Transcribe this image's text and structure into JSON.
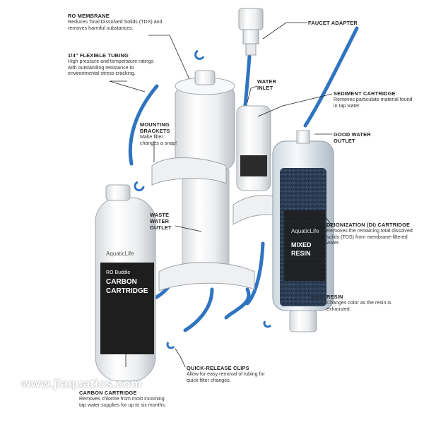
{
  "labels": {
    "ro_membrane": {
      "title": "RO MEMBRANE",
      "desc": "Reduces Total Dissolved Solids (TDS) and removes harmful substances."
    },
    "faucet_adapter": {
      "title": "FAUCET ADAPTER"
    },
    "tubing": {
      "title": "1/4\" FLEXIBLE TUBING",
      "desc": "High pressure and temperature ratings with outstanding resistance to environmental stress cracking."
    },
    "water_inlet": {
      "title": "WATER INLET"
    },
    "sediment": {
      "title": "SEDIMENT CARTRIDGE",
      "desc": "Removes particulate material found in tap water."
    },
    "mounting": {
      "title": "MOUNTING BRACKETS",
      "desc": "Make filter changes a snap!"
    },
    "good_water": {
      "title": "GOOD WATER OUTLET"
    },
    "waste": {
      "title": "WASTE WATER OUTLET"
    },
    "di": {
      "title": "DEIONIZATION (DI) CARTRIDGE",
      "desc": "Removes the remaining total dissolved solids (TDS) from membrane-filtered water."
    },
    "resin": {
      "title": "RESIN",
      "desc": "Changes color as the resin is exhausted."
    },
    "clips": {
      "title": "QUICK-RELEASE CLIPS",
      "desc": "Allow for easy removal of tubing for quick filter changes."
    },
    "carbon": {
      "title": "CARBON CARTRIDGE",
      "desc": "Removes chlorine from most incoming tap water supplies for up to six months."
    }
  },
  "product_print": {
    "brand": "AquaticLife",
    "carbon_line1": "RO Buddie",
    "carbon_line2": "CARBON",
    "carbon_line3": "CARTRIDGE",
    "di_line1": "MIXED",
    "di_line2": "RESIN"
  },
  "watermark": "www.jlaquatics.com",
  "colors": {
    "tube": "#2f74c0",
    "housing": "#f2f3f4",
    "housing_shade": "#c9ccd0",
    "resin": "#2b3b52",
    "label_text": "#222222"
  }
}
